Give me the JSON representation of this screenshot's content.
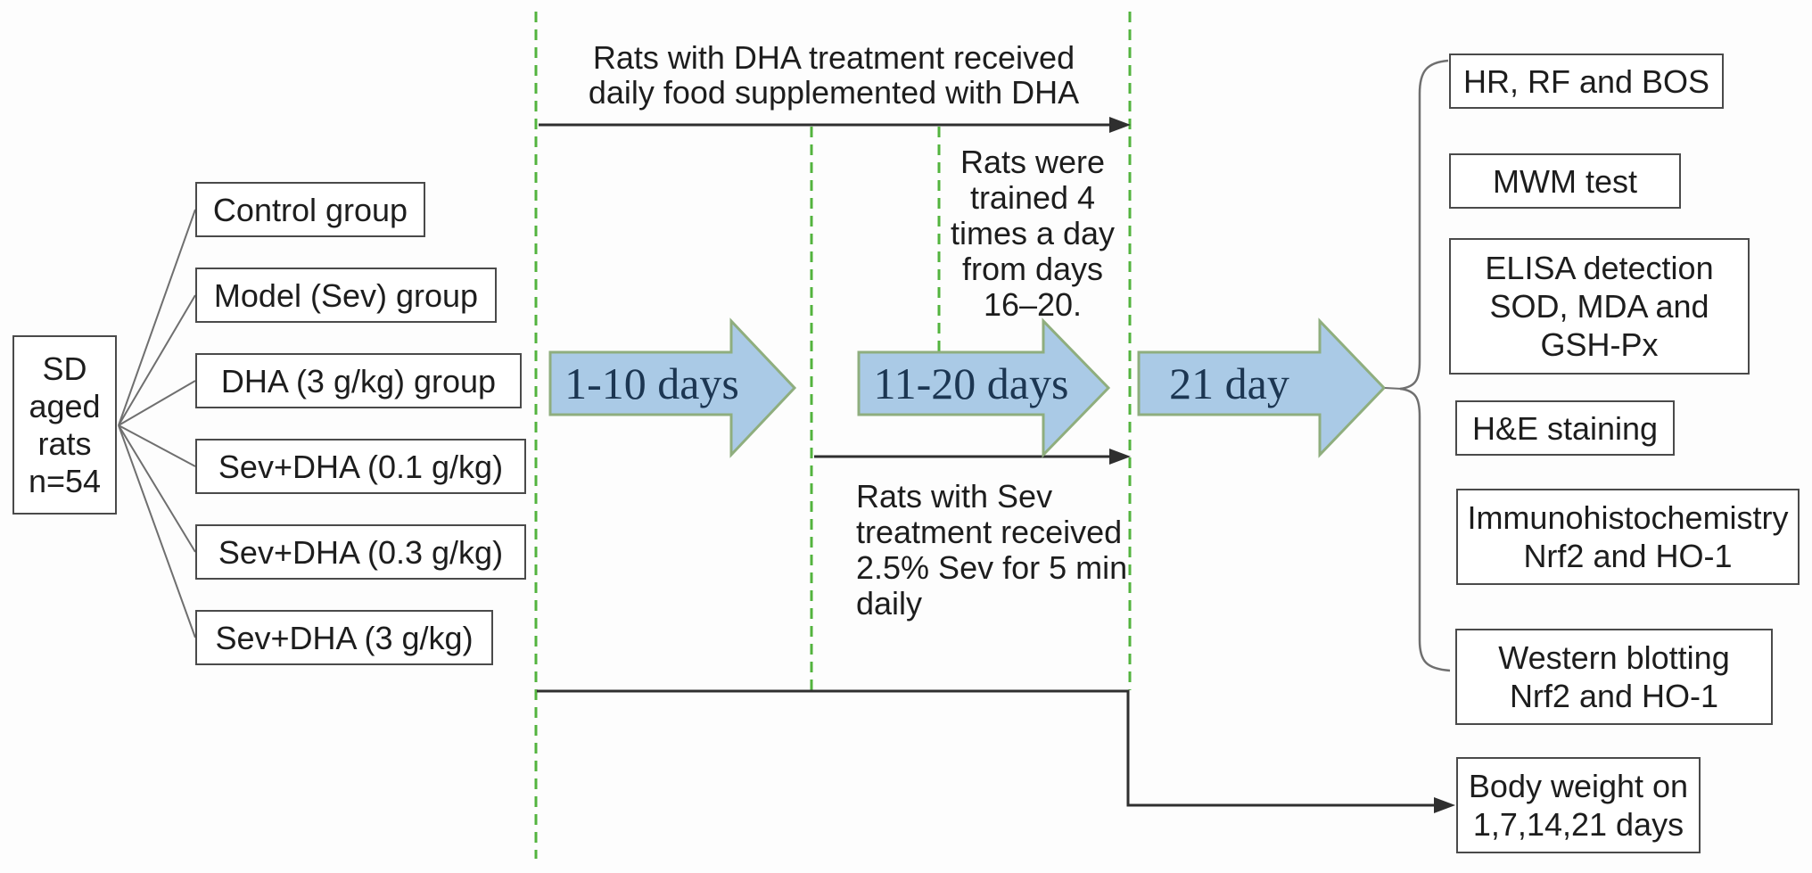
{
  "left_box": {
    "text": "SD\naged\nrats\nn=54"
  },
  "groups": [
    {
      "label": "Control group"
    },
    {
      "label": "Model (Sev) group"
    },
    {
      "label": "DHA (3 g/kg) group"
    },
    {
      "label": "Sev+DHA (0.1 g/kg)"
    },
    {
      "label": "Sev+DHA (0.3 g/kg)"
    },
    {
      "label": "Sev+DHA (3 g/kg)"
    }
  ],
  "timeline": {
    "top_note": "Rats with DHA treatment received\ndaily food supplemented with DHA",
    "training_note": "Rats were\ntrained 4\ntimes a day\nfrom days\n16–20.",
    "sev_note": "Rats with Sev\ntreatment received\n2.5% Sev for 5 min\ndaily",
    "phases": [
      {
        "label": "1-10 days"
      },
      {
        "label": "11-20 days"
      },
      {
        "label": "21 day"
      }
    ]
  },
  "outcomes": [
    {
      "label": "HR, RF and BOS"
    },
    {
      "label": "MWM test"
    },
    {
      "label": "ELISA detection\nSOD, MDA and\nGSH-Px"
    },
    {
      "label": "H&E staining"
    },
    {
      "label": "Immunohistochemistry\nNrf2 and HO-1"
    },
    {
      "label": "Western blotting\nNrf2 and HO-1"
    }
  ],
  "body_weight_box": {
    "label": "Body weight on\n1,7,14,21 days"
  },
  "colors": {
    "dashed_line_green": "#53b43e",
    "phase_arrow_fill": "#aacae6",
    "phase_arrow_border": "#8fae7e",
    "phase_arrow_text": "#1c3652",
    "flow_line": "#2f2f2f",
    "fan_line": "#6f6f6f",
    "box_border": "#4a4a4a"
  }
}
